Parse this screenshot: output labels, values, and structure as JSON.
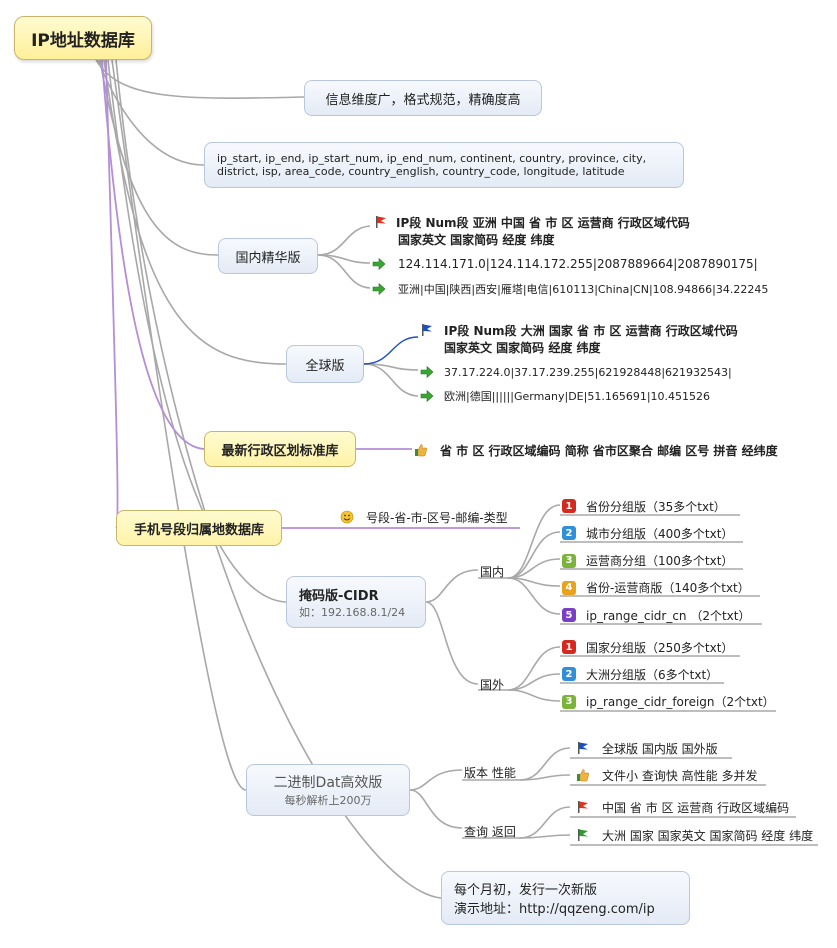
{
  "root": "IP地址数据库",
  "n1": "信息维度广，格式规范，精确度高",
  "n2": {
    "line1": "ip_start, ip_end, ip_start_num, ip_end_num, continent, country, province, city,",
    "line2": "district, isp, area_code, country_english, country_code, longitude, latitude"
  },
  "domestic": {
    "title": "国内精华版",
    "h1": "IP段  Num段   亚洲  中国  省  市  区   运营商  行政区域代码",
    "h2": "国家英文 国家简码  经度 纬度",
    "r1": "124.114.171.0|124.114.172.255|2087889664|2087890175|",
    "r2": "亚洲|中国|陕西|西安|雁塔|电信|610113|China|CN|108.94866|34.22245"
  },
  "global": {
    "title": "全球版",
    "h1": "IP段   Num段  大洲   国家  省  市  区   运营商  行政区域代码",
    "h2": "国家英文  国家简码    经度  纬度",
    "r1": "37.17.224.0|37.17.239.255|621928448|621932543|",
    "r2": "欧洲|德国||||||Germany|DE|51.165691|10.451526"
  },
  "admin": {
    "title": "最新行政区划标准库",
    "desc": "省 市 区  行政区域编码 简称 省市区聚合 邮编 区号 拼音 经纬度"
  },
  "phone": {
    "title": "手机号段归属地数据库",
    "desc": "号段-省-市-区号-邮编-类型"
  },
  "cidr": {
    "title": "掩码版-CIDR",
    "sub": "如：192.168.8.1/24",
    "domestic_label": "国内",
    "foreign_label": "国外",
    "domestic_items": [
      "省份分组版（35多个txt）",
      "城市分组版（400多个txt）",
      "运营商分组（100多个txt）",
      "省份-运营商版（140多个txt）",
      "ip_range_cidr_cn （2个txt）"
    ],
    "foreign_items": [
      "国家分组版（250多个txt）",
      "大洲分组版（6多个txt）",
      "ip_range_cidr_foreign（2个txt）"
    ],
    "badge_nums": [
      "1",
      "2",
      "3",
      "4",
      "5"
    ]
  },
  "dat": {
    "title": "二进制Dat高效版",
    "sub": "每秒解析上200万",
    "version_label": "版本 性能",
    "query_label": "查询 返回",
    "v1": "全球版  国内版  国外版",
    "v2": "文件小 查询快 高性能 多并发",
    "q1": "中国 省 市 区 运营商 行政区域编码",
    "q2": "大洲 国家 国家英文 国家简码 经度 纬度"
  },
  "release": {
    "line1": "每个月初，发行一次新版",
    "line2": "演示地址：http://qqzeng.com/ip"
  },
  "colors": {
    "badge1": "#d4291f",
    "badge2": "#2f8fd8",
    "badge3": "#7cb33a",
    "badge4": "#e8a21c",
    "badge5": "#7a3fc4",
    "arrow": "#3aa534",
    "flag_red": "#e0321e",
    "flag_blue": "#1b4fc4",
    "flag_green": "#2e9b2e",
    "wire": "#a8a8a8",
    "wire_purple": "#b48ed6"
  }
}
